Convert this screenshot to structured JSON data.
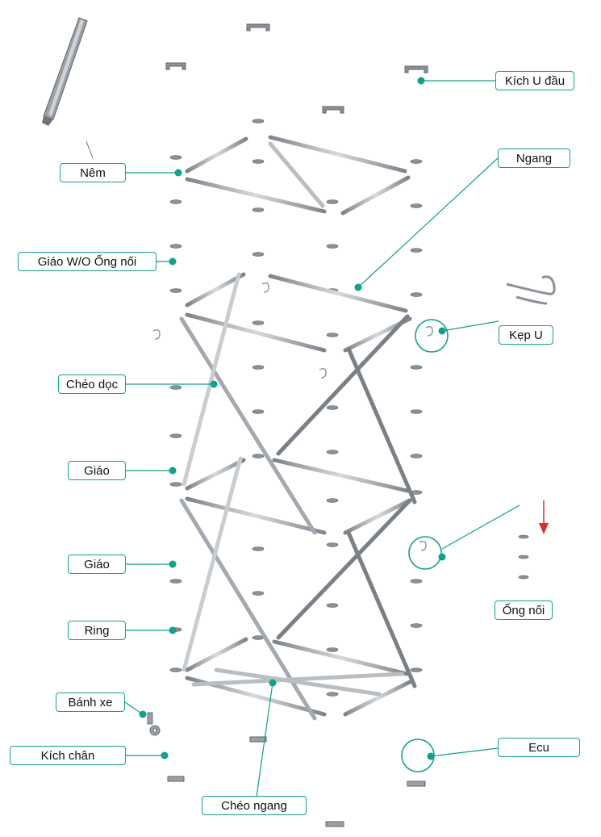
{
  "labels": {
    "kich_u_dau": "Kích U đầu",
    "ngang": "Ngang",
    "nem": "Nêm",
    "giao_wo_ong_noi": "Giáo W/O Ống nối",
    "kep_u": "Kẹp U",
    "cheo_doc": "Chéo dọc",
    "giao_1": "Giáo",
    "giao_2": "Giáo",
    "ong_noi": "Ống nối",
    "ring": "Ring",
    "banh_xe": "Bánh xe",
    "kich_chan": "Kích chân",
    "ecu": "Ecu",
    "cheo_ngang": "Chéo ngang"
  },
  "colors": {
    "label_border": "#12a08a",
    "leader": "#12a08a",
    "dot": "#12a08a",
    "steel": "#9aa0a6",
    "steel_dark": "#6e747a",
    "arrow": "#d32f2f"
  }
}
